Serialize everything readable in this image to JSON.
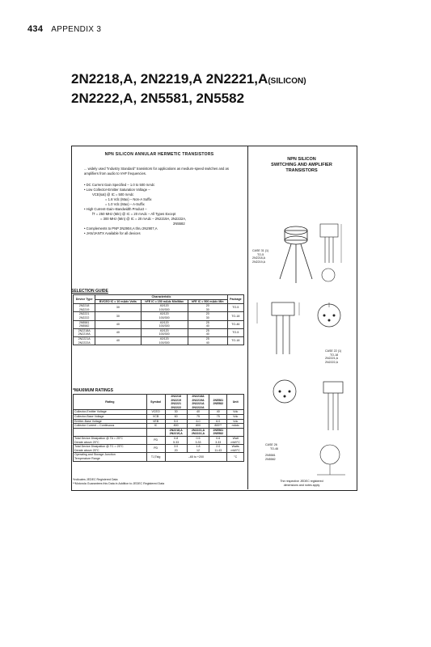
{
  "header": {
    "page_number": "434",
    "appendix": "APPENDIX 3"
  },
  "title": {
    "line1": [
      "2N2218,A,",
      "2N2219,A",
      "2N2221,A",
      "(SILICON)"
    ],
    "line2": [
      "2N2222,A,",
      "2N5581,",
      "2N5582"
    ]
  },
  "left": {
    "heading": "NPN SILICON ANNULAR HERMETIC TRANSISTORS",
    "intro": "... widely used \"Industry Standard\" transistors for applications as medium-speed switches and as amplifiers from audio to VHF frequencies.",
    "bullets": [
      "DC Current Gain Specified – 1.0 to 500 mAdc",
      "Low Collector-Emitter Saturation Voltage –",
      "VCE(sat) @ IC = 500 mAdc",
      "= 1.6 Vdc (Max) – Non-A Suffix",
      "= 1.0 Vdc (Max) – A-Suffix",
      "High Current-Gain–Bandwidth Product –",
      "fT = 250 MHz (Min) @ IC = 20 mAdc – All Types Except",
      "= 300 MHz (Min) @ IC = 20 mAdc – 2N2219A, 2N2222A,",
      "2N5582",
      "Complements to PNP 2N2904,A thru 2N2907,A",
      "JAN/JANTX Available for all devices"
    ],
    "selection_title": "SELECTION GUIDE",
    "selection_headers": [
      "Device Type",
      "BVCEO IC = 10 mAdc Volts",
      "hFE IC = 150 mAdc Min/Max",
      "hFE IC = 500 mAdc Min",
      "Package"
    ],
    "selection_characteristic": "Characteristic",
    "selection_rows": [
      [
        "2N2218\n2N2219",
        "30",
        "40/120\n100/300",
        "20\n30",
        "TO-5"
      ],
      [
        "2N2221\n2N2222",
        "30",
        "40/120\n100/300",
        "20\n30",
        "TO-18"
      ],
      [
        "2N5581\n2N5582",
        "40",
        "40/120\n100/300",
        "25\n40",
        "TO-46"
      ],
      [
        "2N2218A\n2N2219A",
        "40",
        "40/120\n100/300",
        "25\n40",
        "TO-5"
      ],
      [
        "2N2221A\n2N2222A",
        "40",
        "40/120\n100/300",
        "25\n40",
        "TO-18"
      ]
    ],
    "max_title": "*MAXIMUM RATINGS",
    "max_head": [
      "Rating",
      "Symbol",
      "2N2218\n2N2219\n2N2221\n2N2222",
      "2N2218A\n2N2219A\n2N2221A\n2N2222A",
      "2N5581\n2N5582",
      "Unit"
    ],
    "max_rows": [
      [
        "Collector-Emitter Voltage",
        "VCEO",
        "30",
        "40",
        "40",
        "Vdc"
      ],
      [
        "Collector-Base Voltage",
        "VCB",
        "60",
        "75",
        "75",
        "Vdc"
      ],
      [
        "Emitter-Base Voltage",
        "VEB",
        "5.0",
        "6.0",
        "6.0",
        "Vdc"
      ],
      [
        "Collector Current – Continuous",
        "IC",
        "800",
        "800",
        "800**",
        "mAdc"
      ]
    ],
    "max_head2": [
      "2N2218,A\n2N2219,A",
      "2N2221,A\n2N2222,A",
      "2N5581\n2N5582"
    ],
    "max_rows2": [
      [
        "Total Device Dissipation @ TA = 25°C\nDerate above 25°C",
        "PD",
        "0.8\n5.33",
        "0.5\n3.33",
        "0.6\n3.33",
        "Watt\nmW/°C"
      ],
      [
        "Total Device Dissipation @ TC = 25°C\nDerate above 25°C",
        "PD",
        "3.0\n20",
        "1.8\n12",
        "2.0\n11.43",
        "Watts\nmW/°C"
      ],
      [
        "Operating and Storage Junction\nTemperature Range",
        "TJ,Tstg",
        "–65 to +200",
        "",
        "",
        "°C"
      ]
    ],
    "footnote1": "*Indicates JEDEC Registered Data",
    "footnote2": "**Motorola Guarantees this Data in Addition to JEDEC Registered Data"
  },
  "right": {
    "heading": [
      "NPN SILICON",
      "SWITCHING AND AMPLIFIER",
      "TRANSISTORS"
    ],
    "case1": [
      "CASE 31 (1)",
      "TO-5",
      "2N2218,A",
      "2N2219,A"
    ],
    "case2": [
      "CASE 22 (1)",
      "TO-18",
      "2N2221,A",
      "2N2222,A"
    ],
    "case3": [
      "CASE 26",
      "TO-46",
      "2N5581",
      "2N5582"
    ],
    "note": [
      "The respective JEDEC registered",
      "dimensions and notes apply"
    ]
  }
}
